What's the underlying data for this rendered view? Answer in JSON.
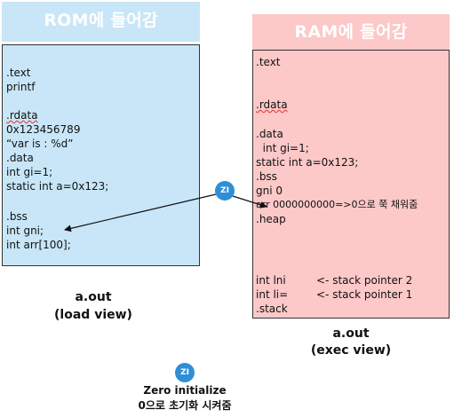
{
  "rom": {
    "title": "ROM에 들어감",
    "lines": [
      ".text",
      "printf",
      "",
      ".rdata",
      "0x123456789",
      "“var is : %d”",
      ".data",
      "int gi=1;",
      "static int a=0x123;",
      "",
      ".bss",
      "int gni;",
      "int arr[100];"
    ],
    "caption_1": "a.out",
    "caption_2": "(load view)"
  },
  "ram": {
    "title": "RAM에 들어감",
    "text": ".text",
    "rdata": ".rdata",
    "data_lines": [
      ".data",
      "  int gi=1;",
      "static int a=0x123;",
      ".bss",
      "gni 0",
      "arr 0000000000=>0으로 쭉 채워줌",
      ".heap"
    ],
    "stack_lines": [
      {
        "var": "int lni",
        "note": "<- stack pointer 2"
      },
      {
        "var": "int li=",
        "note": "<- stack pointer 1"
      }
    ],
    "stack_label": ".stack",
    "caption_1": "a.out",
    "caption_2": "(exec view)"
  },
  "zi_badge": "ZI",
  "legend": {
    "badge": "ZI",
    "line_1": "Zero initialize",
    "line_2": "0으로 초기화 시켜줌"
  },
  "colors": {
    "rom_fill": "#c8e6f7",
    "ram_fill": "#fcc8c8",
    "badge": "#2e8fd6"
  }
}
